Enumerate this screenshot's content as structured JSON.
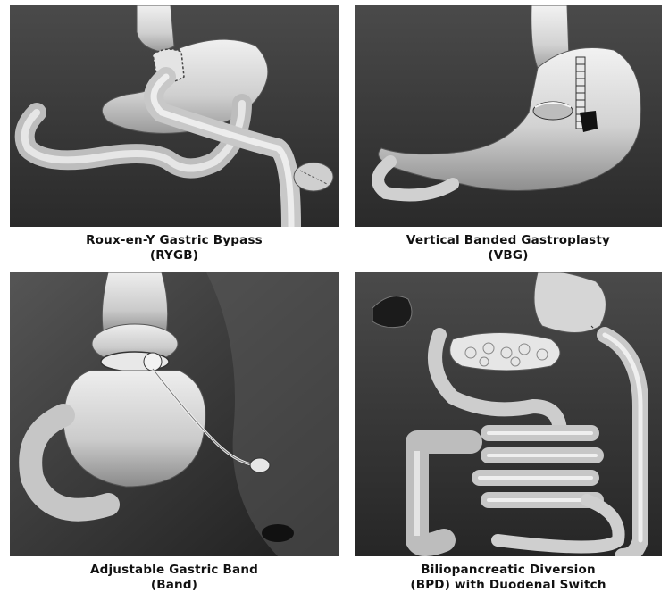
{
  "figure": {
    "panels": [
      {
        "caption_line1": "Roux-en-Y Gastric Bypass",
        "caption_line2": "(RYGB)"
      },
      {
        "caption_line1": "Vertical Banded Gastroplasty",
        "caption_line2": "(VBG)"
      },
      {
        "caption_line1": "Adjustable Gastric Band",
        "caption_line2": "(Band)"
      },
      {
        "caption_line1": "Biliopancreatic Diversion",
        "caption_line2": "(BPD) with Duodenal Switch"
      }
    ]
  },
  "colors": {
    "panel_background": "#3d3d3d",
    "organ_fill": "#d4d4d4",
    "organ_highlight": "#ececec",
    "organ_shadow": "#8c8c8c",
    "caption_text": "#111111"
  }
}
